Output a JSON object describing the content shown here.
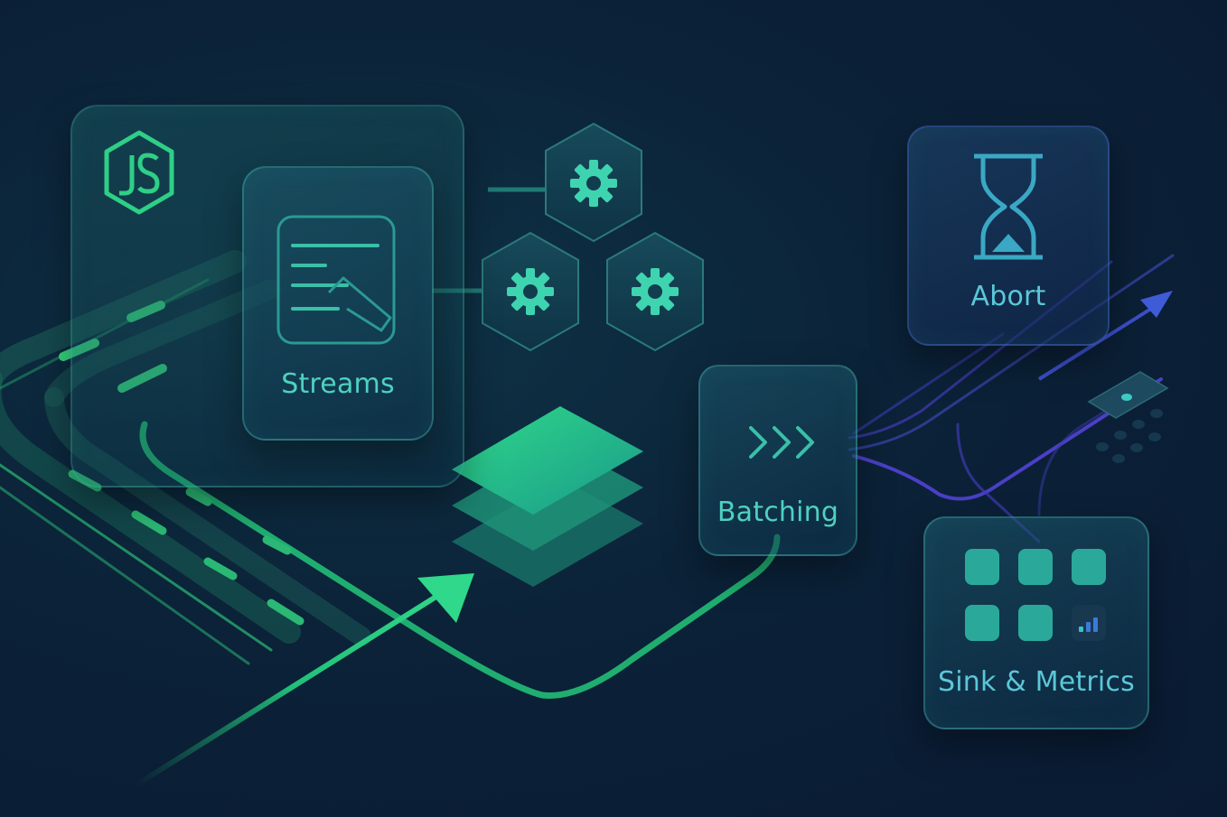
{
  "nodes": {
    "streams": {
      "label": "Streams"
    },
    "batching": {
      "label": "Batching"
    },
    "abort": {
      "label": "Abort"
    },
    "sink": {
      "label": "Sink & Metrics"
    }
  },
  "icons": [
    "nodejs-icon",
    "document-icon",
    "gear-icon",
    "layers-icon",
    "chevrons-icon",
    "hourglass-icon",
    "grid-icon",
    "bar-chart-icon",
    "chip-icon"
  ],
  "colors": {
    "accent_green": "#2ecf86",
    "accent_teal": "#3fc9b6",
    "accent_purple": "#5b4fd0",
    "background": "#0b2238"
  }
}
